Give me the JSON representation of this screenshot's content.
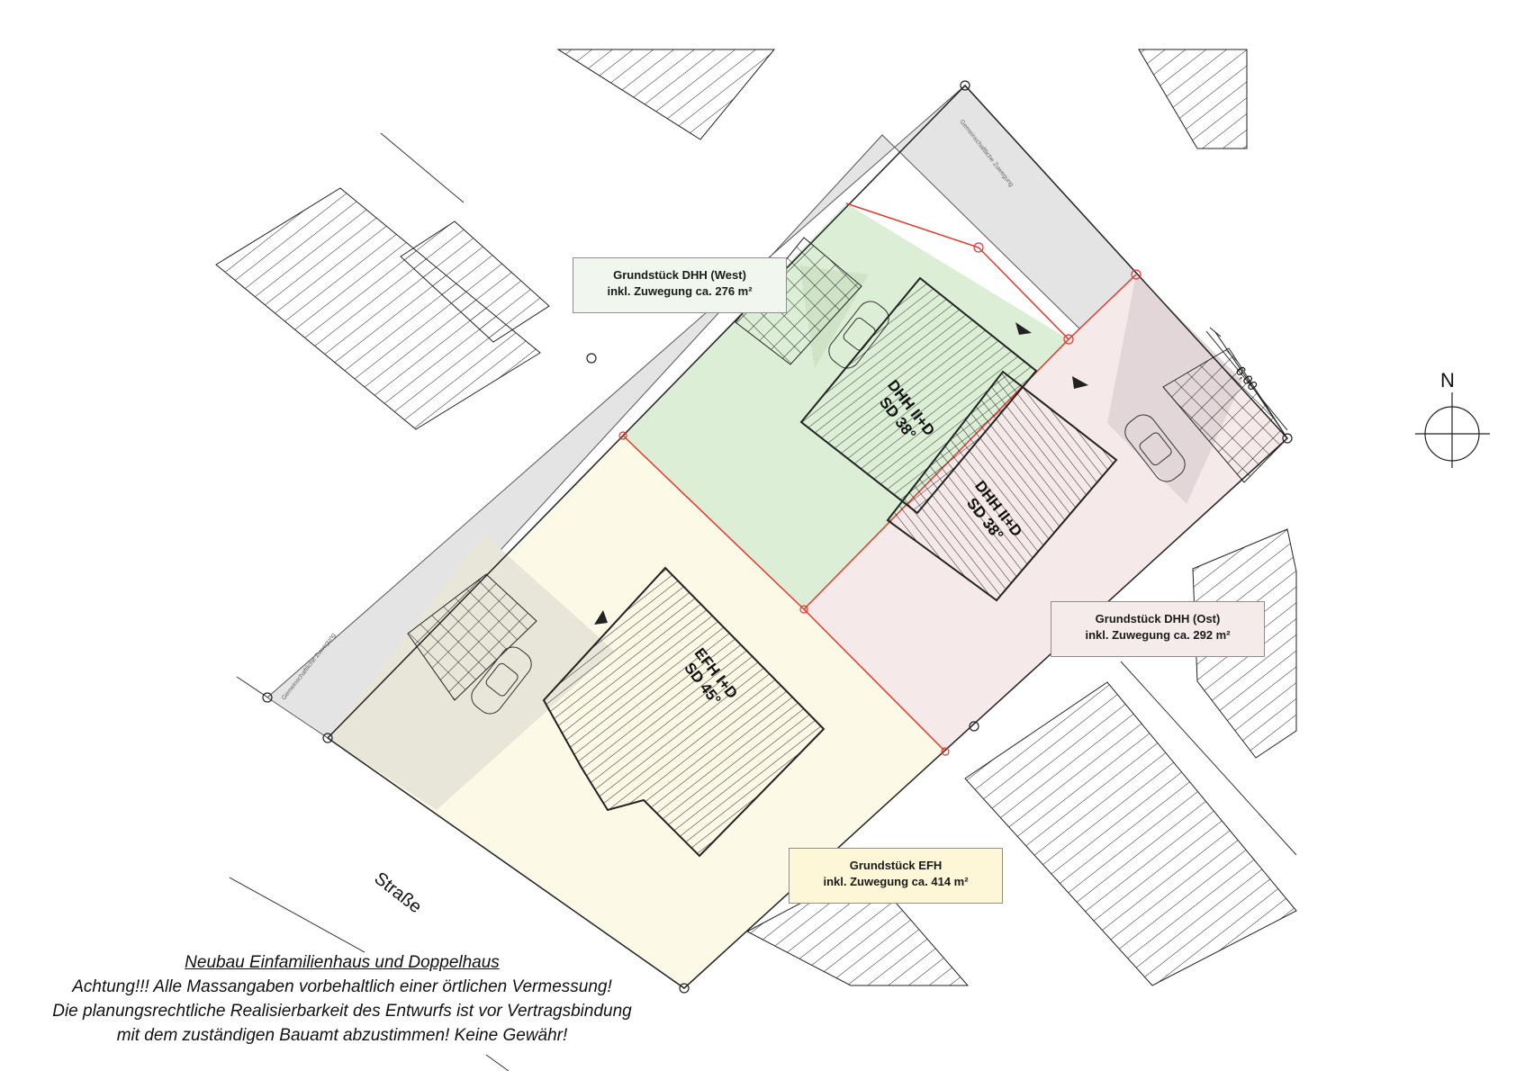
{
  "labels": {
    "west": {
      "line1": "Grundstück DHH (West)",
      "line2": "inkl. Zuwegung ca. 276 m²"
    },
    "ost": {
      "line1": "Grundstück DHH (Ost)",
      "line2": "inkl. Zuwegung ca. 292 m²"
    },
    "efh": {
      "line1": "Grundstück EFH",
      "line2": "inkl. Zuwegung ca. 414 m²"
    }
  },
  "buildings": {
    "dhh_west": {
      "line1": "DHH  II+D",
      "line2": "SD 38°"
    },
    "dhh_ost": {
      "line1": "DHH  II+D",
      "line2": "SD 38°"
    },
    "efh": {
      "line1": "EFH  I+D",
      "line2": "SD 45°"
    }
  },
  "access_ne": "Gemeinschaftliche Zuwegung",
  "access_sw": "Gemeinschaftliche Zuwegung",
  "street": "Straße",
  "dimension": "6,00",
  "compass": "N",
  "notes": {
    "title": "Neubau Einfamilienhaus und Doppelhaus",
    "line1": "Achtung!!! Alle Massangaben vorbehaltlich einer örtlichen Vermessung!",
    "line2": "Die planungsrechtliche Realisierbarkeit des Entwurfs ist vor Vertragsbindung",
    "line3": "mit dem zuständigen Bauamt abzustimmen! Keine Gewähr!"
  },
  "colors": {
    "west_plot": "#dcefd6",
    "ost_plot": "#f6e9e9",
    "efh_plot": "#fcfae6",
    "access_road": "#e4e4e4",
    "boundary_red": "#e03a2f"
  }
}
